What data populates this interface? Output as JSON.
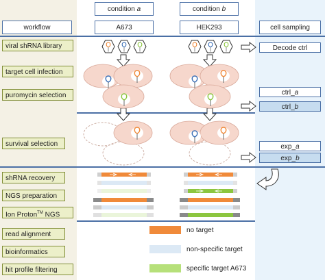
{
  "header": {
    "workflow": "workflow",
    "condition_a_prefix": "condition ",
    "condition_a_letter": "a",
    "condition_b_prefix": "condition ",
    "condition_b_letter": "b",
    "cell_a": "A673",
    "cell_b": "HEK293",
    "cell_sampling": "cell sampling"
  },
  "workflow_steps": [
    "viral shRNA library",
    "target cell infection",
    "puromycin selection",
    "survival selection",
    "shRNA recovery",
    "NGS preparation",
    "Ion Proton",
    "TM",
    " NGS",
    "read alignment",
    "bioinformatics",
    "hit profile filtering"
  ],
  "samples": {
    "decode": "Decode ctrl",
    "ctrl_prefix": "ctrl_",
    "ctrl_a": "a",
    "ctrl_b": "b",
    "exp_prefix": "exp_",
    "exp_a": "a",
    "exp_b": "b"
  },
  "legend": {
    "items": [
      {
        "label": "no target",
        "color": "#f08a3a"
      },
      {
        "label": "non-specific target",
        "color": "#dce9f5"
      },
      {
        "label": "specific target A673",
        "color": "#b6e07a"
      }
    ]
  },
  "colors": {
    "orange": "#f08a3a",
    "green": "#8cc63f",
    "blue": "#3b6fb6",
    "cell": "#f6d7cc",
    "accent": "#4a6fa5"
  }
}
